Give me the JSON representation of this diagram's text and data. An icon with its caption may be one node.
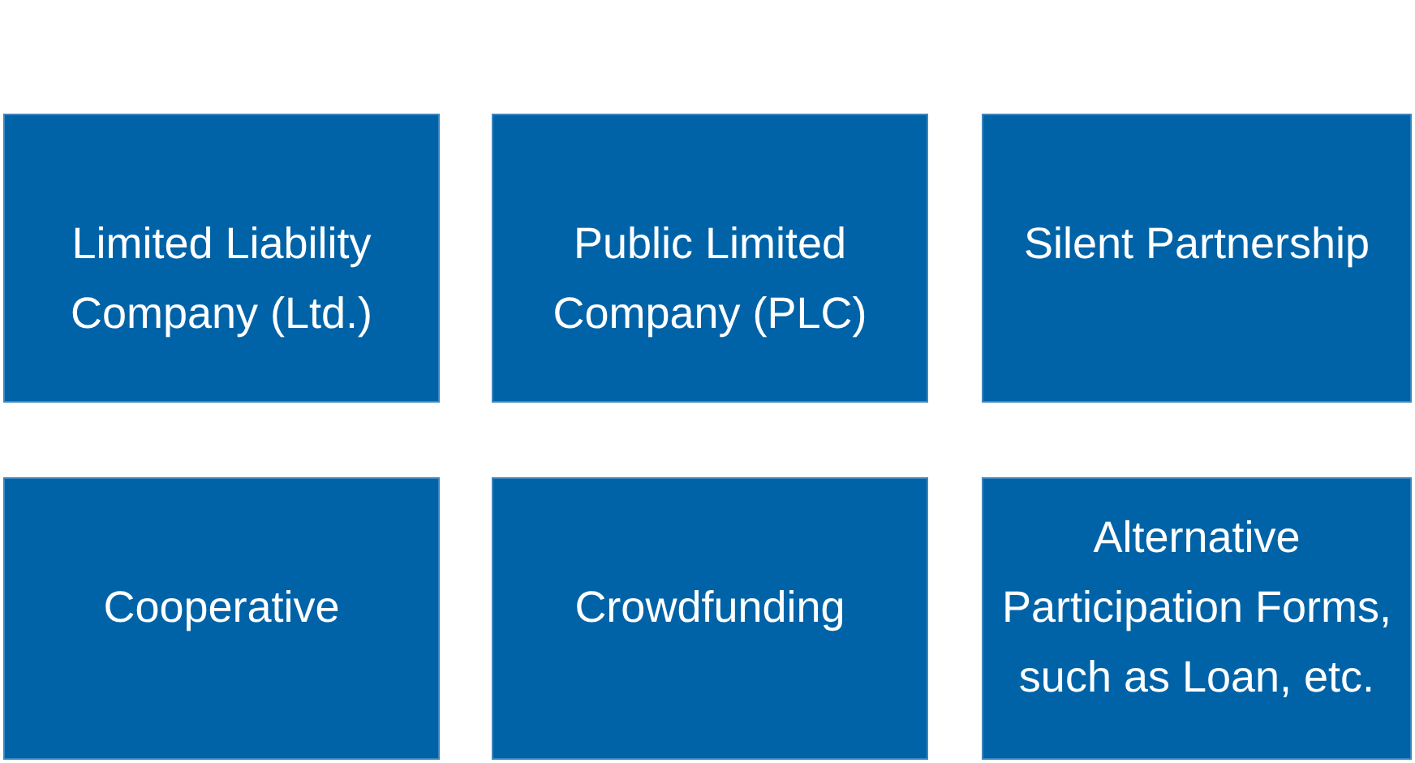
{
  "diagram": {
    "nodes": [
      {
        "text": [
          "Limited Liability Company (Ltd.)"
        ]
      },
      {
        "text": [
          "Public Limited Company (PLC)"
        ]
      },
      {
        "text": [
          "Silent Partnership"
        ]
      },
      {
        "text": [
          "Cooperative"
        ]
      },
      {
        "text": [
          "Crowdfunding"
        ]
      },
      {
        "text": [
          "Alternative Participation Forms, such as Loan, etc."
        ]
      }
    ]
  }
}
